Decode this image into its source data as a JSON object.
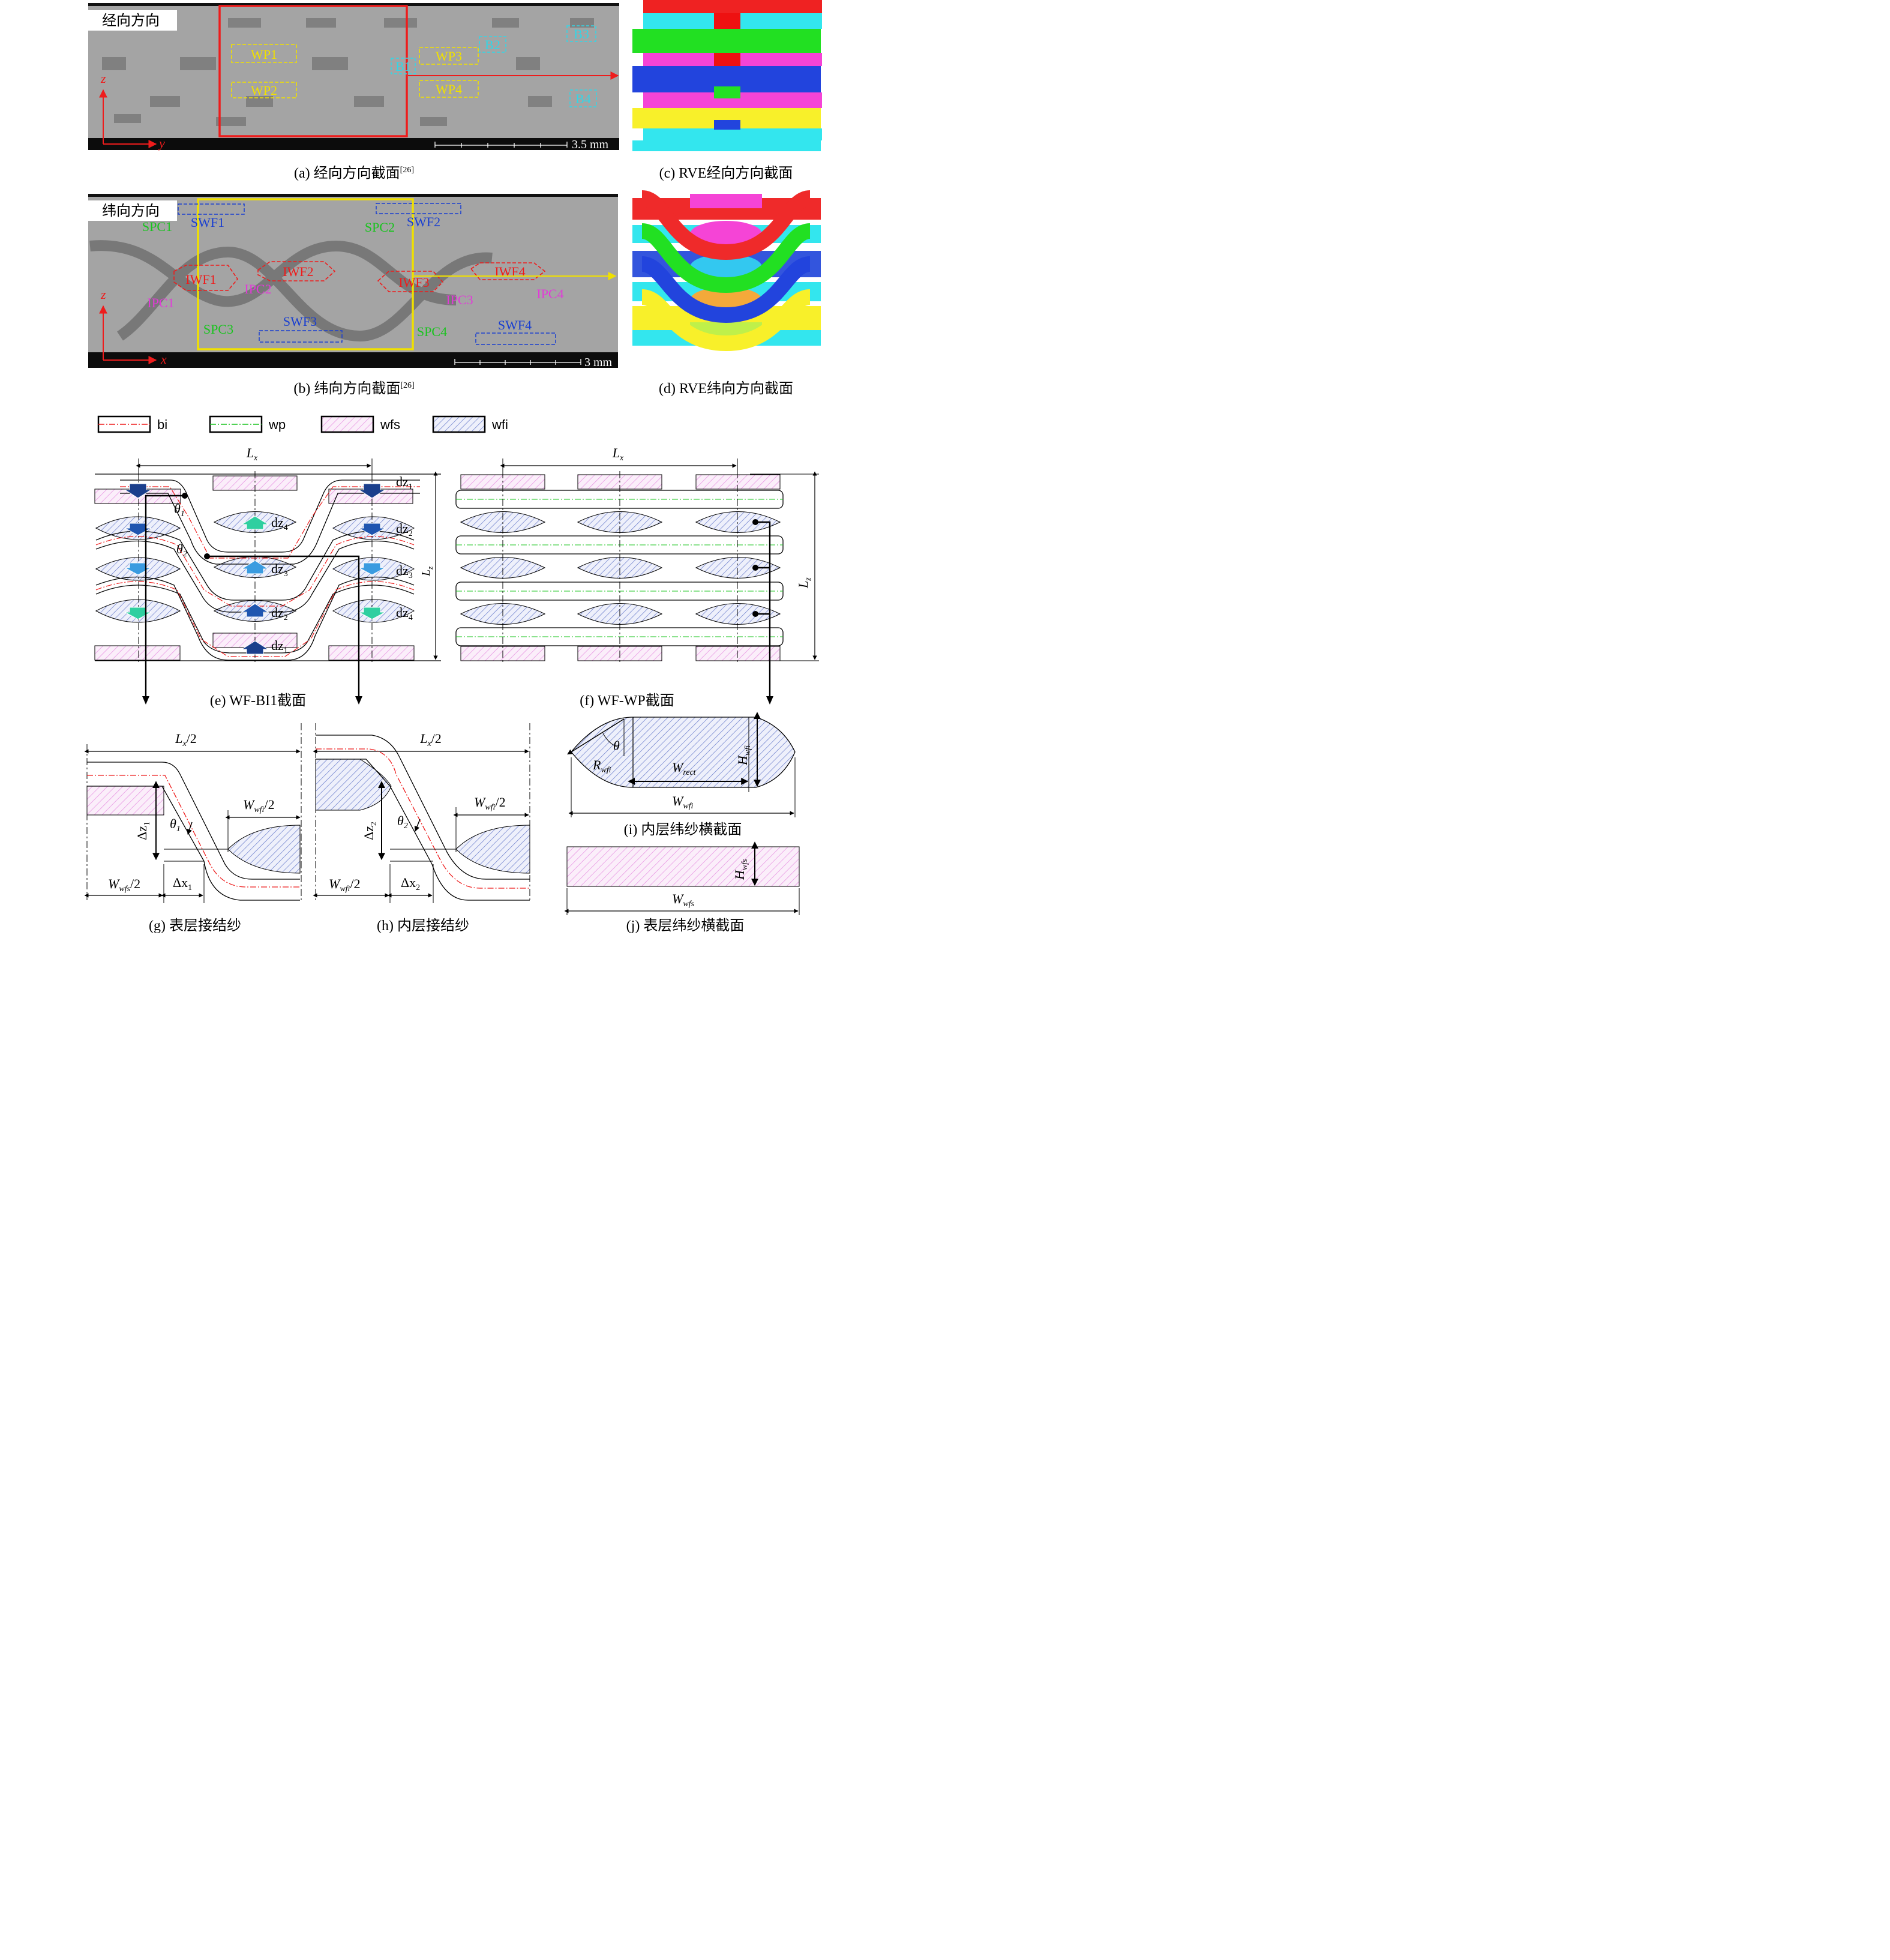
{
  "panel_a": {
    "title": "经向方向",
    "boxes": [
      "WP1",
      "WP2",
      "WP3",
      "WP4"
    ],
    "binders": [
      "B1",
      "B2",
      "B3",
      "B4"
    ],
    "axis_z": "z",
    "axis_y": "y",
    "scale": "3.5 mm",
    "caption": "(a) 经向方向截面",
    "ref": "[26]"
  },
  "panel_b": {
    "title": "纬向方向",
    "swf": [
      "SWF1",
      "SWF2",
      "SWF3",
      "SWF4"
    ],
    "iwf": [
      "IWF1",
      "IWF2",
      "IWF3",
      "IWF4"
    ],
    "spc": [
      "SPC1",
      "SPC2",
      "SPC3",
      "SPC4"
    ],
    "ipc": [
      "IPC1",
      "IPC2",
      "IPC3",
      "IPC4"
    ],
    "axis_z": "z",
    "axis_x": "x",
    "scale": "3 mm",
    "caption": "(b) 纬向方向截面",
    "ref": "[26]"
  },
  "panel_c": {
    "caption": "(c) RVE经向方向截面"
  },
  "panel_d": {
    "caption": "(d) RVE纬向方向截面"
  },
  "legend": {
    "bi": "bi",
    "wp": "wp",
    "wfs": "wfs",
    "wfi": "wfi"
  },
  "panel_e": {
    "Lx": "L",
    "Lx_sub": "x",
    "dz1": "dz",
    "dz1_sub": "1",
    "dz2": "dz",
    "dz2_sub": "2",
    "dz3": "dz",
    "dz3_sub": "3",
    "dz4": "dz",
    "dz4_sub": "4",
    "theta1": "θ",
    "theta1_sub": "1",
    "theta2": "θ",
    "theta2_sub": "2",
    "caption": "(e) WF-BI1截面"
  },
  "panel_f": {
    "Lx": "L",
    "Lx_sub": "x",
    "Lz": "L",
    "Lz_sub": "z",
    "caption": "(f) WF-WP截面"
  },
  "panel_g": {
    "Lx2": "L",
    "Lx2_sub": "x",
    "Lx2_tail": "/2",
    "Wwfi2": "W",
    "Wwfi2_sub": "wfi",
    "Wwfi2_tail": "/2",
    "dz1": "Δz",
    "dz1_sub": "1",
    "theta1": "θ",
    "theta1_sub": "1",
    "Wwfs2": "W",
    "Wwfs2_sub": "wfs",
    "Wwfs2_tail": "/2",
    "dx1": "Δx",
    "dx1_sub": "1",
    "caption": "(g) 表层接结纱"
  },
  "panel_h": {
    "Lx2": "L",
    "Lx2_sub": "x",
    "Lx2_tail": "/2",
    "Wwfi2": "W",
    "Wwfi2_sub": "wfi",
    "Wwfi2_tail": "/2",
    "dz2": "Δz",
    "dz2_sub": "2",
    "theta2": "θ",
    "theta2_sub": "2",
    "Wwfi2b": "W",
    "Wwfi2b_sub": "wfi",
    "Wwfi2b_tail": "/2",
    "dx2": "Δx",
    "dx2_sub": "2",
    "caption": "(h) 内层接结纱"
  },
  "panel_i": {
    "theta": "θ",
    "Rwfi": "R",
    "Rwfi_sub": "wfi",
    "Wrect": "W",
    "Wrect_sub": "rect",
    "Hwfi": "H",
    "Hwfi_sub": "wfi",
    "Wwfi": "W",
    "Wwfi_sub": "wfi",
    "caption": "(i) 内层纬纱横截面"
  },
  "panel_j": {
    "Hwfs": "H",
    "Hwfs_sub": "wfs",
    "Wwfs": "W",
    "Wwfs_sub": "wfs",
    "caption": "(j) 表层纬纱横截面"
  },
  "colors": {
    "micro_bg": "#a4a4a4",
    "red": "#ee1c1c",
    "yellow": "#f0e000",
    "cyan": "#33d6e6",
    "blue": "#1a3fd0",
    "green": "#19c41e",
    "magenta": "#e23ad8",
    "hatch_pink": "#e58be0",
    "hatch_blue": "#5a6fc6"
  }
}
